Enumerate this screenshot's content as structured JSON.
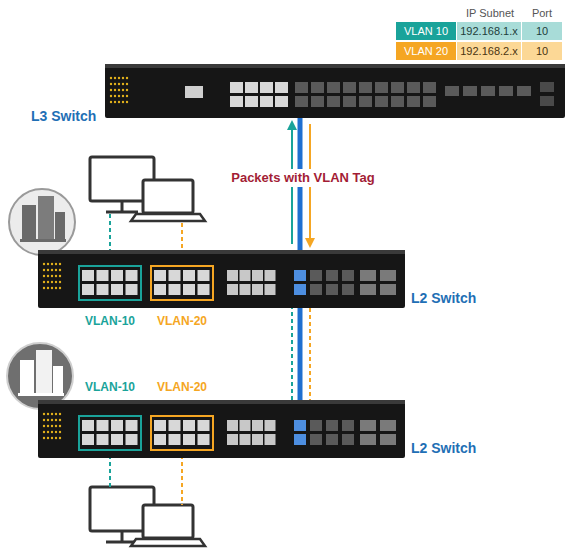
{
  "diagram": {
    "nodes": [
      {
        "text": [
          "L3 Switch"
        ]
      },
      {
        "text": [
          "L2 Switch"
        ]
      },
      {
        "text": [
          "L2 Switch"
        ]
      }
    ],
    "edges": [
      {
        "from": 0,
        "to": 1,
        "arrow": "both",
        "label": "Packets with VLAN Tag"
      },
      {
        "from": 1,
        "to": 2,
        "arrow": "none"
      }
    ],
    "labels": [
      "IP Subnet",
      "Port",
      "VLAN 10",
      "192.168.1.x",
      "10",
      "VLAN 20",
      "192.168.2.x",
      "10",
      "VLAN-10",
      "VLAN-20",
      "VLAN-10",
      "VLAN-20"
    ]
  }
}
